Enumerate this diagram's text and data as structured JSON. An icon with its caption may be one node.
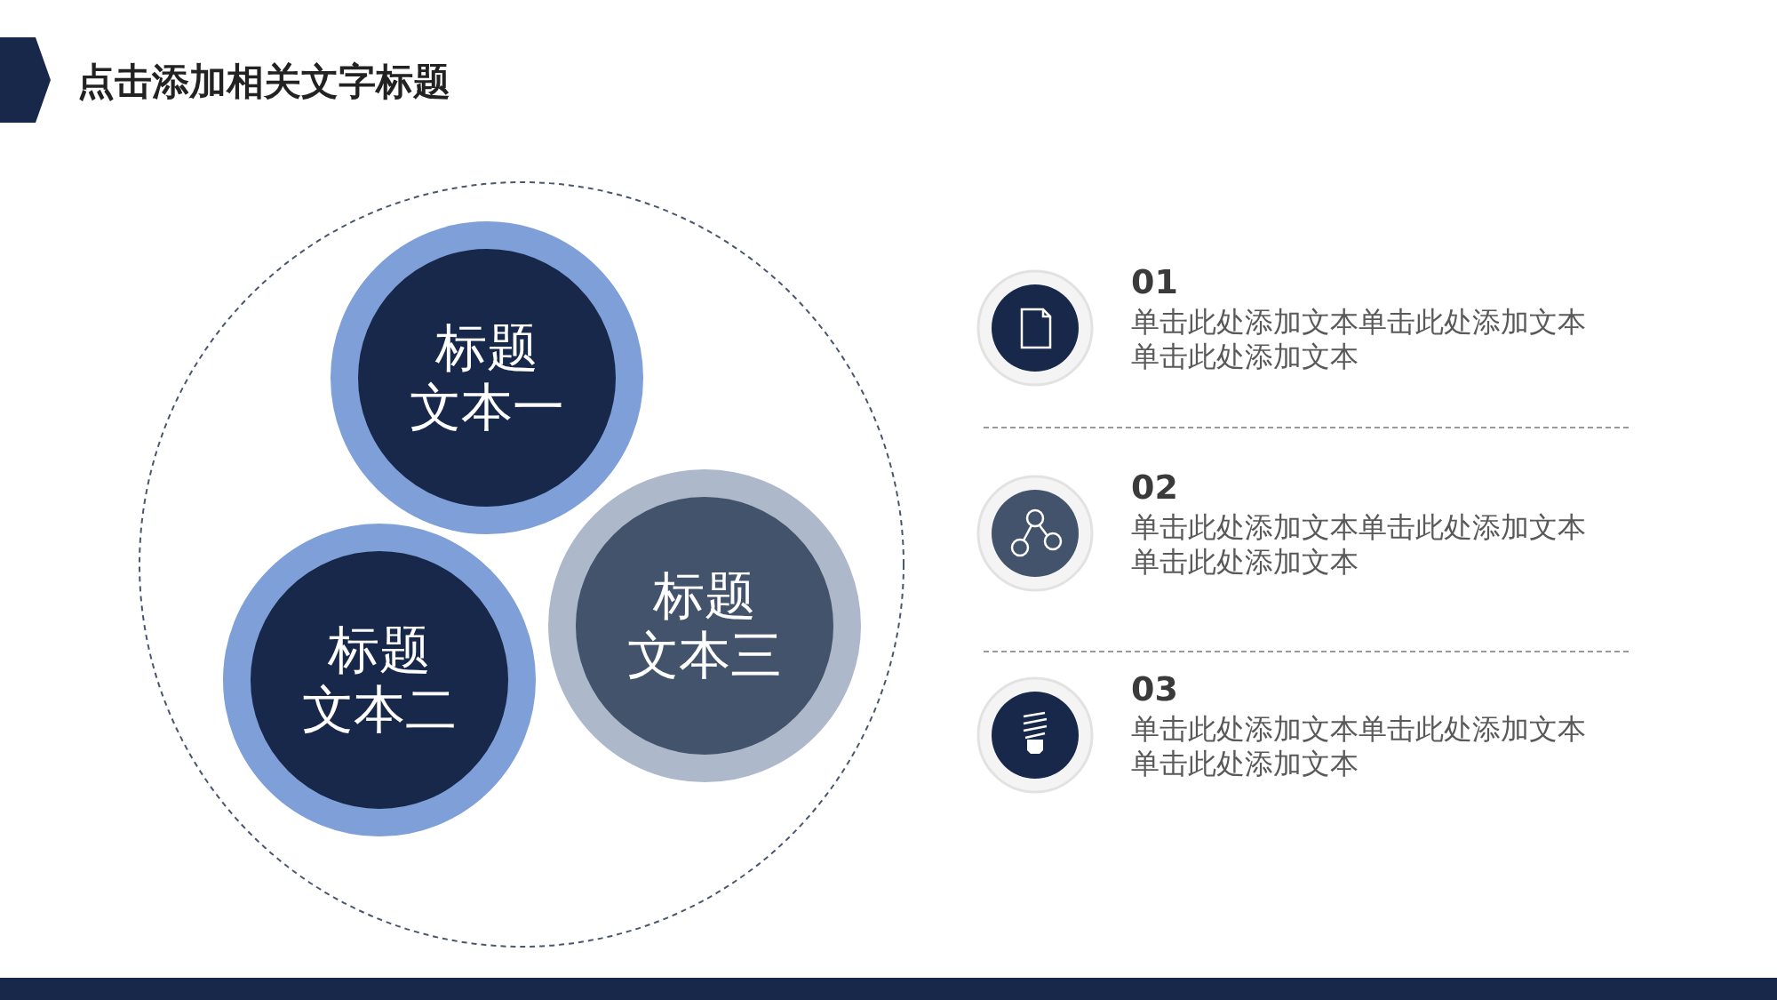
{
  "diagram": {
    "title": "点击添加相关文字标题",
    "nodes": [
      {
        "text": [
          "标题",
          "文本一"
        ]
      },
      {
        "text": [
          "标题",
          "文本二"
        ]
      },
      {
        "text": [
          "标题",
          "文本三"
        ]
      },
      {
        "text": [
          "01",
          "单击此处添加文本单击此处添加文本单击此处添加文本"
        ]
      },
      {
        "text": [
          "02",
          "单击此处添加文本单击此处添加文本单击此处添加文本"
        ]
      },
      {
        "text": [
          "03",
          "单击此处添加文本单击此处添加文本单击此处添加文本"
        ]
      }
    ]
  }
}
